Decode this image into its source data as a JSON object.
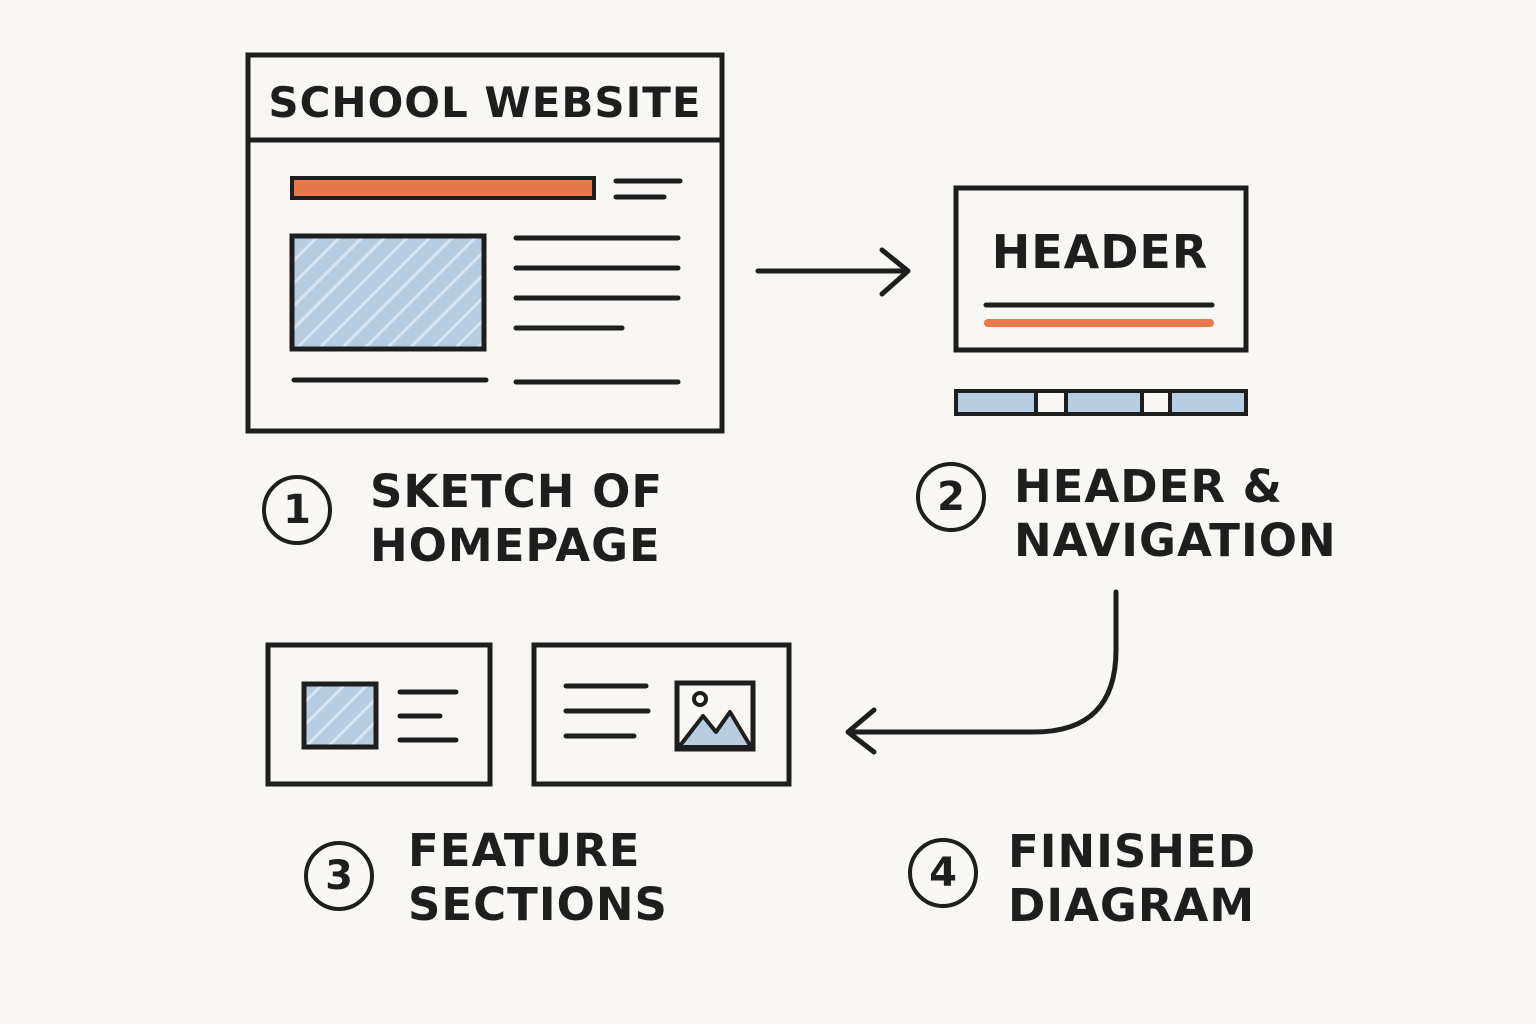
{
  "colors": {
    "ink": "#1e1e1e",
    "accent_orange": "#e8784a",
    "fill_blue": "#b7cce0",
    "paper": "#f8f7f3"
  },
  "mockup": {
    "title": "SCHOOL WEBSITE"
  },
  "header_card": {
    "title": "HEADER"
  },
  "steps": [
    {
      "number": "1",
      "line1": "SKETCH OF",
      "line2": "HOMEPAGE"
    },
    {
      "number": "2",
      "line1": "HEADER &",
      "line2": "NAVIGATION"
    },
    {
      "number": "3",
      "line1": "FEATURE",
      "line2": "SECTIONS"
    },
    {
      "number": "4",
      "line1": "FINISHED",
      "line2": "DIAGRAM"
    }
  ]
}
